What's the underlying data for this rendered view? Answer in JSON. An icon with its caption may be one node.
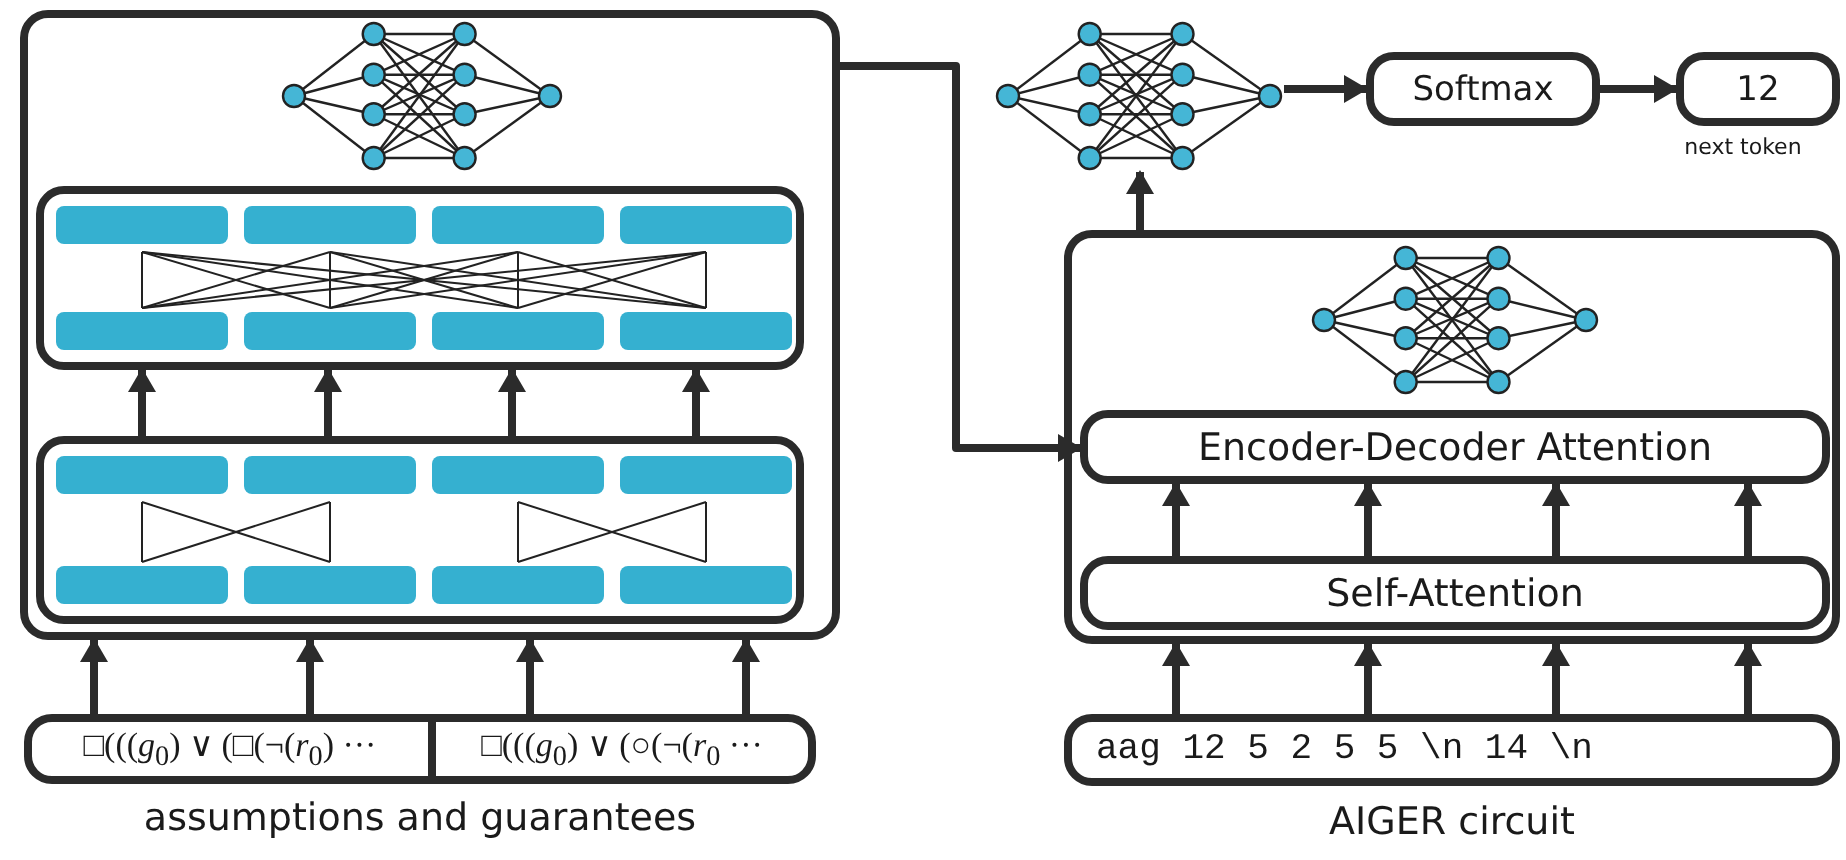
{
  "diagram": {
    "nodes": [
      {
        "text": [],
        "shape": "box"
      },
      {
        "text": [],
        "shape": "picture",
        "in": 0
      },
      {
        "text": [],
        "shape": "box",
        "in": 0
      },
      {
        "text": [],
        "shape": "box",
        "in": 0
      },
      {
        "text": [],
        "shape": "box",
        "beside": [
          "assumptions and guarantees"
        ]
      },
      {
        "text": [
          "□(((*g*$_{0}$) ∨ (□(¬(*r*$_{0}$) ···"
        ],
        "in": 4
      },
      {
        "text": [
          "□(((*g*$_{0}$) ∨ (○(¬(*r*$_{0}$ ···"
        ],
        "in": 4
      },
      {
        "text": [],
        "shape": "picture"
      },
      {
        "text": [
          "Softmax"
        ]
      },
      {
        "text": [
          "12"
        ],
        "beside": [
          "next token"
        ]
      },
      {
        "text": [],
        "shape": "box"
      },
      {
        "text": [],
        "shape": "picture",
        "in": 10
      },
      {
        "text": [
          "Encoder-Decoder Attention"
        ],
        "in": 10
      },
      {
        "text": [
          "Self-Attention"
        ],
        "in": 10
      },
      {
        "text": [
          "aag 12 5 2 5 5 \\n 14 \\n"
        ],
        "beside": [
          "AIGER circuit"
        ]
      }
    ],
    "edges": [
      {
        "from": 5,
        "to": 0,
        "arrow": "to"
      },
      {
        "from": 5,
        "to": 0,
        "arrow": "to"
      },
      {
        "from": 6,
        "to": 0,
        "arrow": "to"
      },
      {
        "from": 6,
        "to": 0,
        "arrow": "to"
      },
      {
        "from": 3,
        "to": 2,
        "arrow": "to"
      },
      {
        "from": 3,
        "to": 2,
        "arrow": "to"
      },
      {
        "from": 3,
        "to": 2,
        "arrow": "to"
      },
      {
        "from": 3,
        "to": 2,
        "arrow": "to"
      },
      {
        "from": 0,
        "to": 12,
        "arrow": "to"
      },
      {
        "from": 10,
        "to": 7,
        "arrow": "to"
      },
      {
        "from": 7,
        "to": 8,
        "arrow": "to"
      },
      {
        "from": 8,
        "to": 9,
        "arrow": "to"
      },
      {
        "from": 13,
        "to": 12,
        "arrow": "to"
      },
      {
        "from": 13,
        "to": 12,
        "arrow": "to"
      },
      {
        "from": 13,
        "to": 12,
        "arrow": "to"
      },
      {
        "from": 13,
        "to": 12,
        "arrow": "to"
      },
      {
        "from": 14,
        "to": 10,
        "arrow": "to"
      },
      {
        "from": 14,
        "to": 10,
        "arrow": "to"
      },
      {
        "from": 14,
        "to": 10,
        "arrow": "to"
      },
      {
        "from": 14,
        "to": 10,
        "arrow": "to"
      }
    ]
  }
}
